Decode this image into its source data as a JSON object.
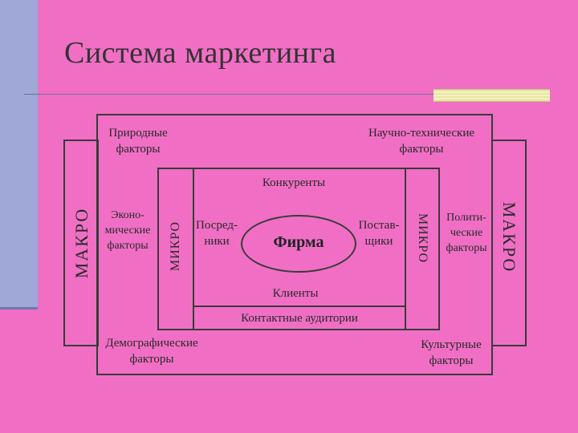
{
  "slide": {
    "title": "Система маркетинга"
  },
  "diagram": {
    "outer_left_label": "МАКРО",
    "outer_right_label": "МАКРО",
    "inner_left_label": "МИКРО",
    "inner_right_label": "МИКРО",
    "top_left": [
      "Природные",
      "факторы"
    ],
    "top_right": [
      "Научно-технические",
      "факторы"
    ],
    "mid_left": [
      "Эконо-",
      "мические",
      "факторы"
    ],
    "mid_right": [
      "Полити-",
      "ческие",
      "факторы"
    ],
    "bottom_left": [
      "Демографические",
      "факторы"
    ],
    "bottom_right": [
      "Культурные",
      "факторы"
    ],
    "competitors": "Конкуренты",
    "intermediaries": [
      "Посред-",
      "ники"
    ],
    "suppliers": [
      "Постав-",
      "щики"
    ],
    "firm": "Фирма",
    "clients": "Клиенты",
    "contact_audiences": "Контактные аудитории"
  }
}
